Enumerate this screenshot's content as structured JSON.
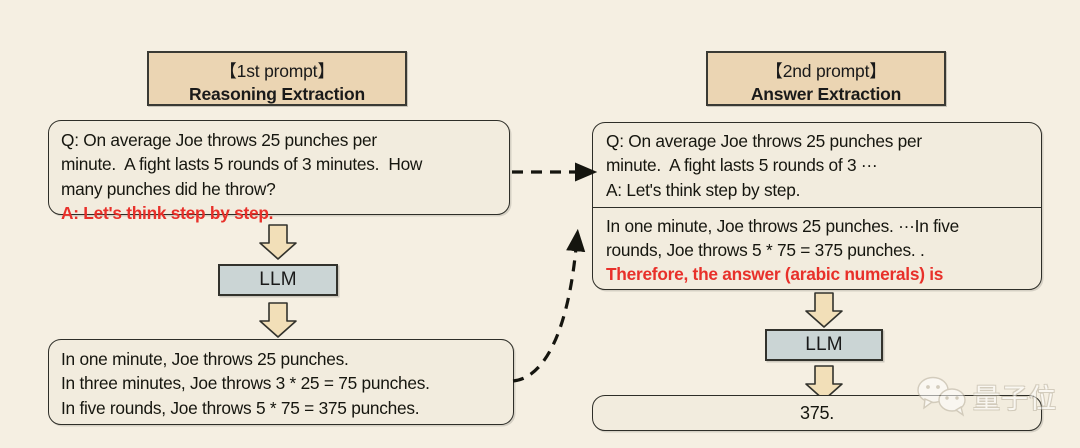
{
  "background_color": "#F5EFE2",
  "accent_colors": {
    "header_tan": "#EBD5B3",
    "box_cream": "#F2ECDE",
    "llm_gray": "#CBD5D5",
    "arrow_tan": "#F2DFB8",
    "red_highlight": "#E8302A",
    "outline": "#2E2E28"
  },
  "left_panel": {
    "header": {
      "line1": "【1st prompt】",
      "line2": "Reasoning Extraction"
    },
    "question_box": {
      "black_text": "Q: On average Joe throws 25 punches per\nminute.  A fight lasts 5 rounds of 3 minutes.  How\nmany punches did he throw?",
      "red_text": "A: Let's think step by step."
    },
    "llm_label": "LLM",
    "answer_box": {
      "text": "In one minute, Joe throws 25 punches.\nIn three minutes, Joe throws 3 * 25 = 75 punches.\nIn five rounds, Joe throws 5 * 75 = 375 punches."
    }
  },
  "right_panel": {
    "header": {
      "line1": "【2nd prompt】",
      "line2": "Answer Extraction"
    },
    "prompt_box": {
      "segment_top": "Q: On average Joe throws 25 punches per\nminute.  A fight lasts 5 rounds of 3 ···\nA: Let's think step by step.",
      "segment_bottom_black": "In one minute, Joe throws 25 punches. ···In five\nrounds, Joe throws 5 * 75 = 375 punches. .",
      "segment_bottom_red": "Therefore, the answer (arabic numerals) is"
    },
    "llm_label": "LLM",
    "final_answer": "375."
  },
  "watermark": {
    "text": "量子位",
    "icon": "wechat-icon"
  }
}
